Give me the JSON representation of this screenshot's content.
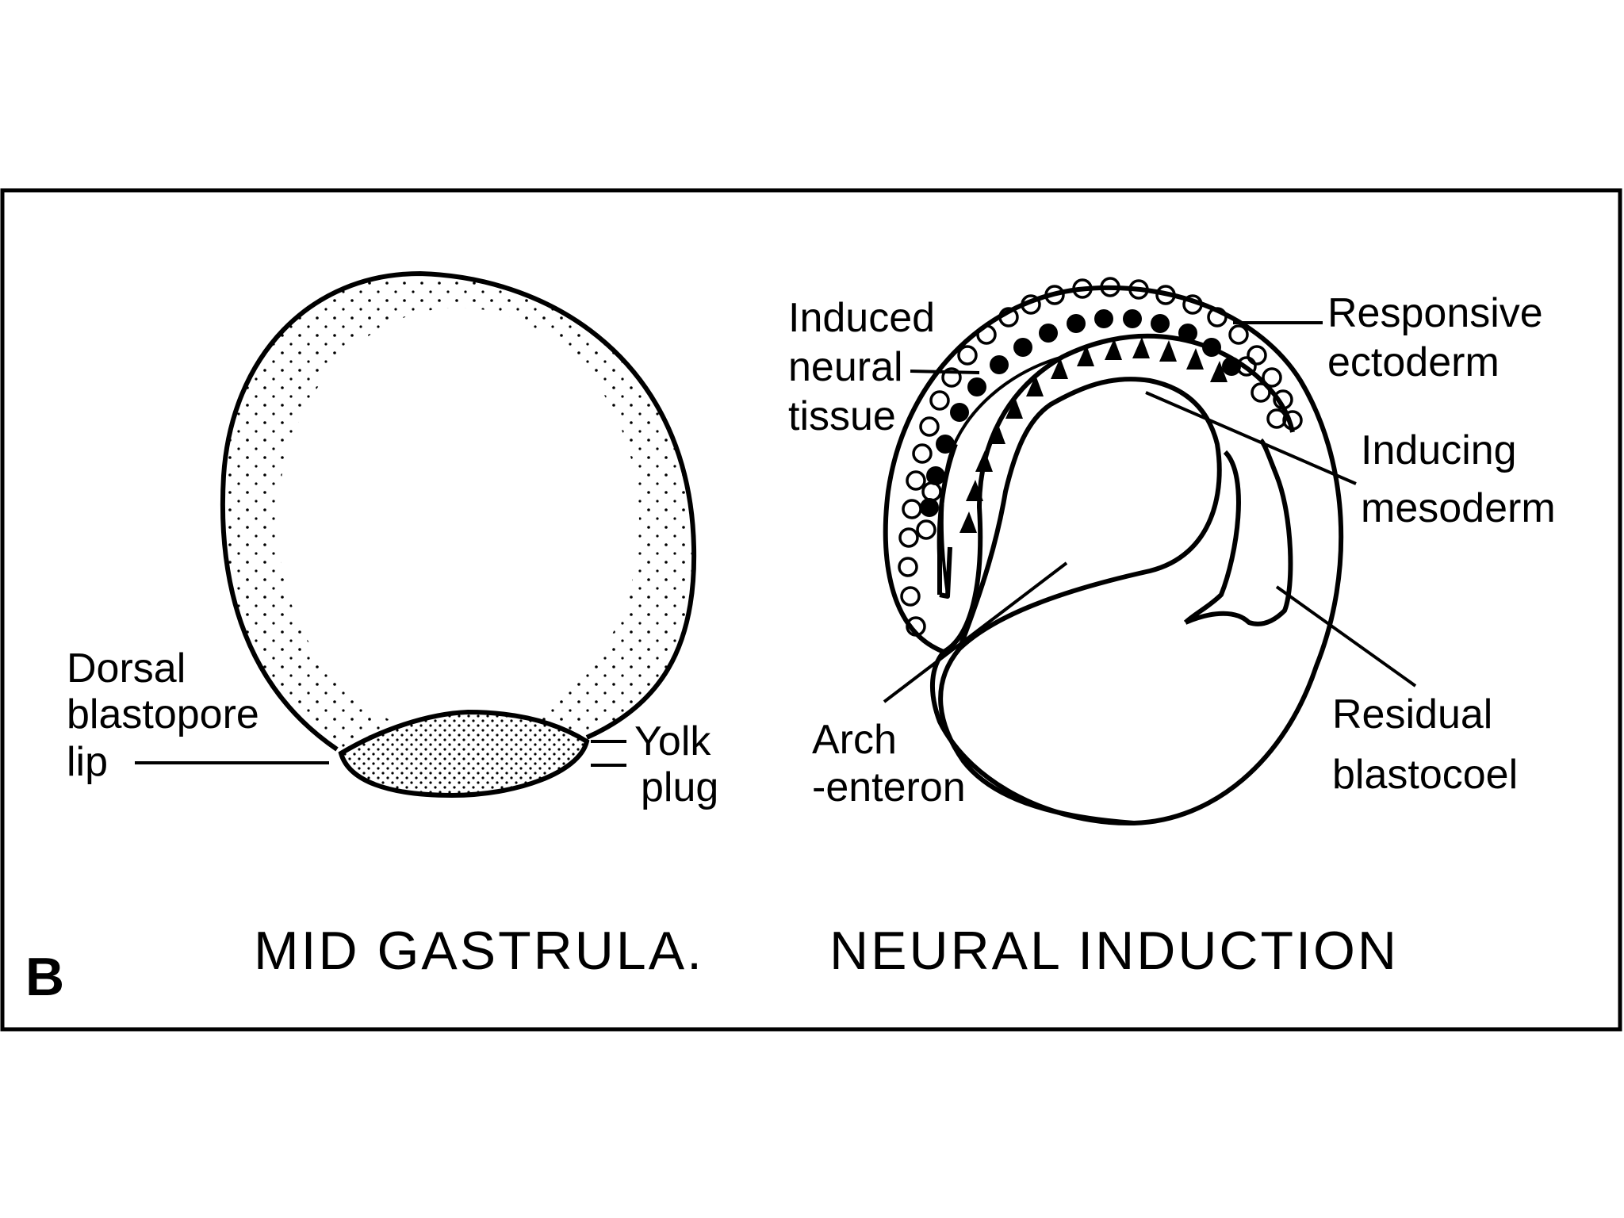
{
  "figure": {
    "panel_letter": "B",
    "left_drawing": {
      "caption": "MID GASTRULA.",
      "labels": {
        "dorsal_lip_l1": "Dorsal",
        "dorsal_lip_l2": "blastopore",
        "dorsal_lip_l3": "lip",
        "yolk_plug_l1": "Yolk",
        "yolk_plug_l2": "plug"
      }
    },
    "right_drawing": {
      "caption": "NEURAL INDUCTION",
      "labels": {
        "induced_l1": "Induced",
        "induced_l2": "neural",
        "induced_l3": "tissue",
        "responsive_l1": "Responsive",
        "responsive_l2": "ectoderm",
        "inducing_l1": "Inducing",
        "inducing_l2": "mesoderm",
        "archenteron_l1": "Arch",
        "archenteron_l2": "-enteron",
        "residual_l1": "Residual",
        "residual_l2": "blastocoel"
      }
    }
  }
}
